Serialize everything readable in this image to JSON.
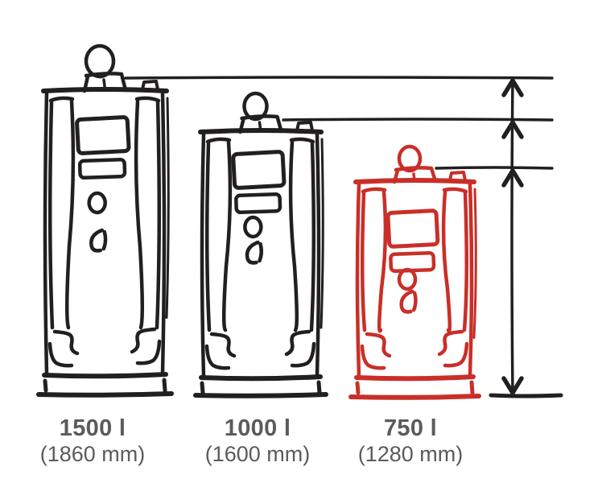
{
  "diagram": {
    "subject": "storage-tank-size-comparison-sketch",
    "tanks": [
      {
        "id": "tank-1500l",
        "volume_label": "1500 l",
        "height_label": "(1860 mm)",
        "volume_liters": 1500,
        "height_mm": 1860,
        "stroke_color": "#221f1f",
        "highlighted": false
      },
      {
        "id": "tank-1000l",
        "volume_label": "1000 l",
        "height_label": "(1600 mm)",
        "volume_liters": 1000,
        "height_mm": 1600,
        "stroke_color": "#221f1f",
        "highlighted": false
      },
      {
        "id": "tank-750l",
        "volume_label": "750 l",
        "height_label": "(1280 mm)",
        "volume_liters": 750,
        "height_mm": 1280,
        "stroke_color": "#c92f28",
        "highlighted": true
      }
    ],
    "colors": {
      "sketch": "#221f1f",
      "highlight": "#c92f28",
      "label_text": "#5b5b5d",
      "background": "#ffffff"
    }
  }
}
